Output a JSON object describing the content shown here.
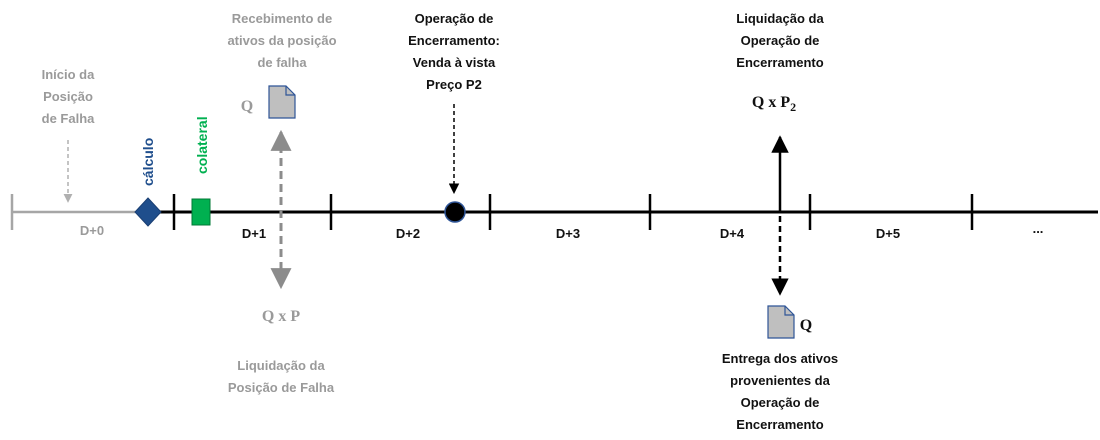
{
  "colors": {
    "axis": "#000000",
    "start_line": "#a6a6a6",
    "calc": "#1f4e8c",
    "collateral": "#00b050",
    "gray_text": "#9a9a9a",
    "dark_text": "#111111",
    "doc_fill": "#bfbfbf"
  },
  "days": [
    "D+0",
    "D+1",
    "D+2",
    "D+3",
    "D+4",
    "D+5",
    "..."
  ],
  "markers": {
    "calc_label": "cálculo",
    "collateral_label": "colateral"
  },
  "events": {
    "inicio": [
      "Início da",
      "Posição",
      "de Falha"
    ],
    "recebimento": [
      "Recebimento de",
      "ativos da posição",
      "de falha"
    ],
    "recebimento_q": "Q",
    "operacao": [
      "Operação de",
      "Encerramento:",
      "Venda à vista",
      "Preço P2"
    ],
    "liquidacao_enc": [
      "Liquidação da",
      "Operação de",
      "Encerramento"
    ],
    "qxp2_main": "Q x P",
    "qxp2_sub": "2",
    "qxp": "Q x P",
    "liquidacao_falha": [
      "Liquidação da",
      "Posição de Falha"
    ],
    "entrega_q": "Q",
    "entrega": [
      "Entrega dos ativos",
      "provenientes da",
      "Operação de",
      "Encerramento"
    ]
  },
  "icons": [
    "document-icon",
    "diamond-icon",
    "circle-icon"
  ]
}
